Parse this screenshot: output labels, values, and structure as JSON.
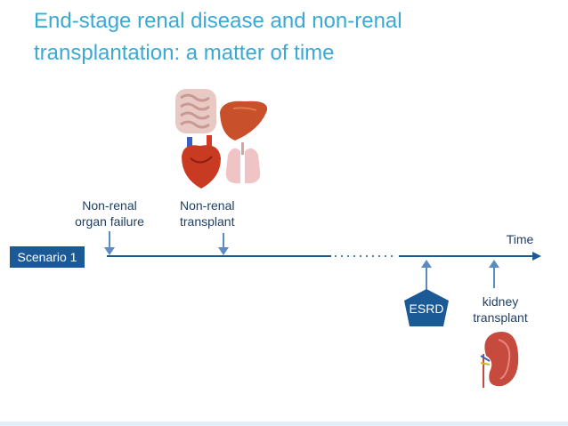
{
  "slide": {
    "title_line1": "End-stage renal disease and non-renal",
    "title_line2": "transplantation: a matter of time",
    "scenario_label": "Scenario 1",
    "time_label": "Time",
    "events_above": [
      {
        "line1": "Non-renal",
        "line2": "organ failure"
      },
      {
        "line1": "Non-renal",
        "line2": "transplant"
      }
    ],
    "esrd_label": "ESRD",
    "kidney_label_line1": "kidney",
    "kidney_label_line2": "transplant",
    "illustrations": [
      "intestines-icon",
      "liver-icon",
      "heart-icon",
      "lungs-icon",
      "kidney-icon"
    ],
    "colors": {
      "title": "#39a9d6",
      "timeline": "#1c5a96",
      "arrow": "#5b8cc1",
      "text": "#1f3f63"
    }
  }
}
